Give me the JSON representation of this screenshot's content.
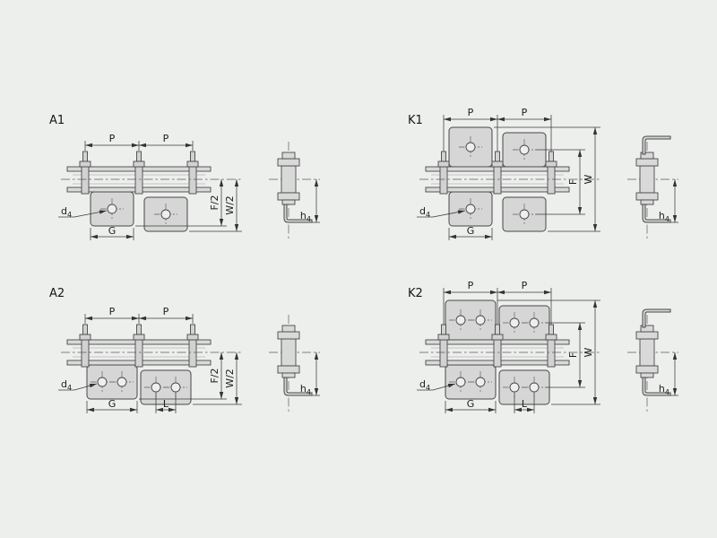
{
  "colors": {
    "background": "#edefed",
    "plate_fill": "#d6d6d6",
    "line": "#3a3a3a"
  },
  "panels": {
    "a1": {
      "title": "A1",
      "p1": "P",
      "p2": "P",
      "f": "F/2",
      "w": "W/2",
      "g": "G",
      "d4_base": "d",
      "d4_sub": "4",
      "h4_base": "h",
      "h4_sub": "4"
    },
    "k1": {
      "title": "K1",
      "p1": "P",
      "p2": "P",
      "f": "F",
      "w": "W",
      "g": "G",
      "d4_base": "d",
      "d4_sub": "4",
      "h4_base": "h",
      "h4_sub": "4"
    },
    "a2": {
      "title": "A2",
      "p1": "P",
      "p2": "P",
      "f": "F/2",
      "w": "W/2",
      "g": "G",
      "l": "L",
      "d4_base": "d",
      "d4_sub": "4",
      "h4_base": "h",
      "h4_sub": "4"
    },
    "k2": {
      "title": "K2",
      "p1": "P",
      "p2": "P",
      "f": "F",
      "w": "W",
      "g": "G",
      "l": "L",
      "d4_base": "d",
      "d4_sub": "4",
      "h4_base": "h",
      "h4_sub": "4"
    }
  }
}
